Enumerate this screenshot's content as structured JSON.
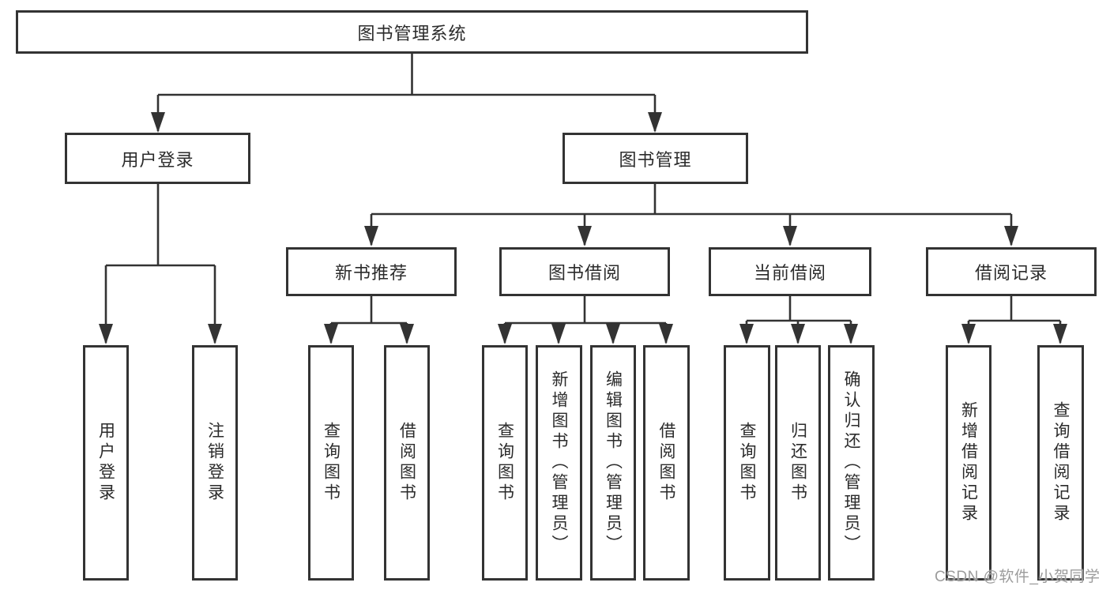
{
  "colors": {
    "line": "#333333",
    "text": "#2b2b2b",
    "bg": "#ffffff",
    "watermark": "#9c9c9c"
  },
  "tree": {
    "root": "图书管理系统",
    "branches": [
      {
        "label": "用户登录",
        "children": [
          "用户登录",
          "注销登录"
        ]
      },
      {
        "label": "图书管理",
        "sections": [
          {
            "label": "新书推荐",
            "children": [
              "查询图书",
              "借阅图书"
            ]
          },
          {
            "label": "图书借阅",
            "children": [
              "查询图书",
              "新增图书（管理员）",
              "编辑图书（管理员）",
              "借阅图书"
            ]
          },
          {
            "label": "当前借阅",
            "children": [
              "查询图书",
              "归还图书",
              "确认归还（管理员）"
            ]
          },
          {
            "label": "借阅记录",
            "children": [
              "新增借阅记录",
              "查询借阅记录"
            ]
          }
        ]
      }
    ]
  },
  "watermark": "CSDN @软件_小贺同学"
}
